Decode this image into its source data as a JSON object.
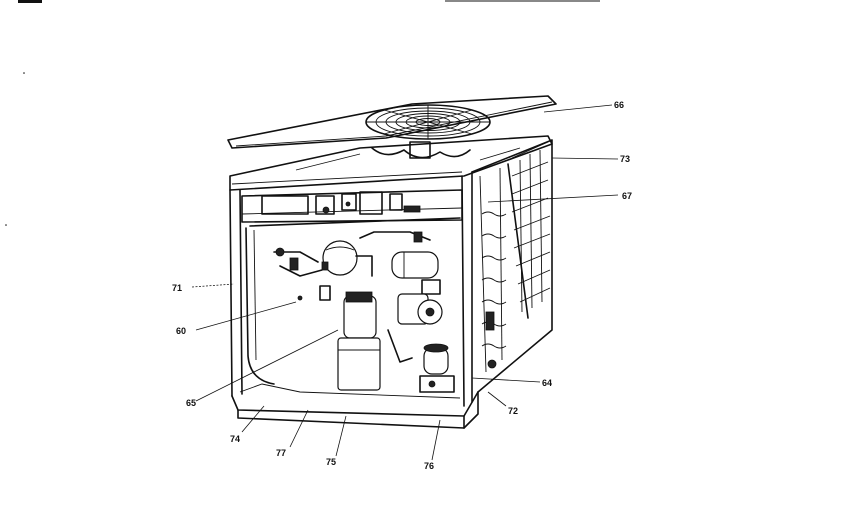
{
  "callouts": [
    {
      "id": "66",
      "text": "66"
    },
    {
      "id": "73",
      "text": "73"
    },
    {
      "id": "67",
      "text": "67"
    },
    {
      "id": "71",
      "text": "71"
    },
    {
      "id": "60",
      "text": "60"
    },
    {
      "id": "65",
      "text": "65"
    },
    {
      "id": "64",
      "text": "64"
    },
    {
      "id": "72",
      "text": "72"
    },
    {
      "id": "74",
      "text": "74"
    },
    {
      "id": "77",
      "text": "77"
    },
    {
      "id": "75",
      "text": "75"
    },
    {
      "id": "76",
      "text": "76"
    }
  ]
}
